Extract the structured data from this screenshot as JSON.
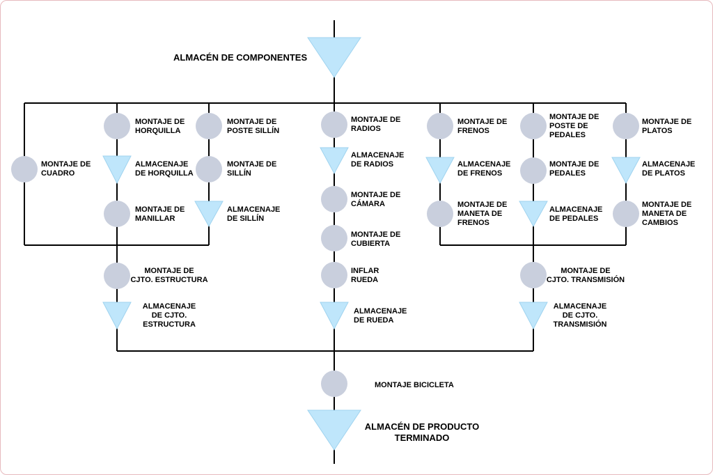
{
  "colors": {
    "line": "#000000",
    "operation": "#c9cfdd",
    "storage": "#bfe6fb"
  },
  "top_store": "ALMACÉN DE COMPONENTES",
  "left": {
    "cuadro": "MONTAJE DE\nCUADRO",
    "horquilla": "MONTAJE DE\nHORQUILLA",
    "alm_horquilla": "ALMACENAJE\nDE HORQUILLA",
    "manillar": "MONTAJE DE\nMANILLAR",
    "poste_sillin": "MONTAJE DE\nPOSTE SILLÍN",
    "sillin": "MONTAJE DE\nSILLÍN",
    "alm_sillin": "ALMACENAJE\nDE SILLÍN",
    "estructura": "MONTAJE DE\nCJTO. ESTRUCTURA",
    "alm_estructura": "ALMACENAJE\nDE CJTO.\nESTRUCTURA"
  },
  "center": {
    "radios": "MONTAJE DE\nRADIOS",
    "alm_radios": "ALMACENAJE\nDE RADIOS",
    "camara": "MONTAJE DE\nCÁMARA",
    "cubierta": "MONTAJE DE\nCUBIERTA",
    "inflar": "INFLAR\nRUEDA",
    "alm_rueda": "ALMACENAJE\nDE RUEDA"
  },
  "right": {
    "frenos": "MONTAJE DE\nFRENOS",
    "alm_frenos": "ALMACENAJE\nDE FRENOS",
    "maneta_frenos": "MONTAJE DE\nMANETA DE\nFRENOS",
    "poste_pedales": "MONTAJE DE\nPOSTE DE\nPEDALES",
    "pedales": "MONTAJE DE\nPEDALES",
    "alm_pedales": "ALMACENAJE\nDE PEDALES",
    "platos": "MONTAJE DE\nPLATOS",
    "alm_platos": "ALMACENAJE\nDE PLATOS",
    "maneta_cambios": "MONTAJE DE\nMANETA DE\nCAMBIOS",
    "transmision": "MONTAJE DE\nCJTO. TRANSMISIÓN",
    "alm_transmision": "ALMACENAJE\nDE CJTO.\nTRANSMISIÓN"
  },
  "bicicleta": "MONTAJE BICICLETA",
  "final_store": "ALMACÉN DE PRODUCTO\nTERMINADO"
}
